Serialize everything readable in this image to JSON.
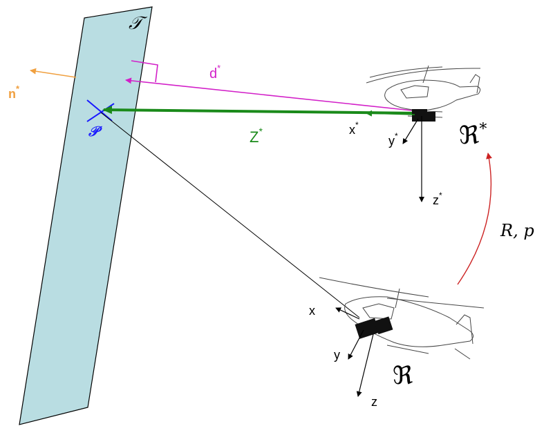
{
  "labels": {
    "plane": "𝒯",
    "normal": "n",
    "normal_sup": "*",
    "distance": "d",
    "distance_sup": "*",
    "point": "𝒫",
    "depth": "Z",
    "depth_sup": "*",
    "ref_frame_axis_x": "x",
    "ref_frame_axis_x_sup": "*",
    "ref_frame_axis_y": "y",
    "ref_frame_axis_y_sup": "*",
    "ref_frame_axis_z": "z",
    "ref_frame_axis_z_sup": "*",
    "ref_frame_name": "ℜ",
    "ref_frame_sup": "*",
    "transform": "R, p",
    "cur_frame_axis_x": "x",
    "cur_frame_axis_y": "y",
    "cur_frame_axis_z": "z",
    "cur_frame_name": "ℜ"
  },
  "colors": {
    "plane_fill": "#b9dde2",
    "normal": "#f0a040",
    "distance": "#d21fc8",
    "depth": "#1a8a1a",
    "point": "#1a1aff",
    "transform_arrow": "#cc2222",
    "ink": "#000000"
  }
}
